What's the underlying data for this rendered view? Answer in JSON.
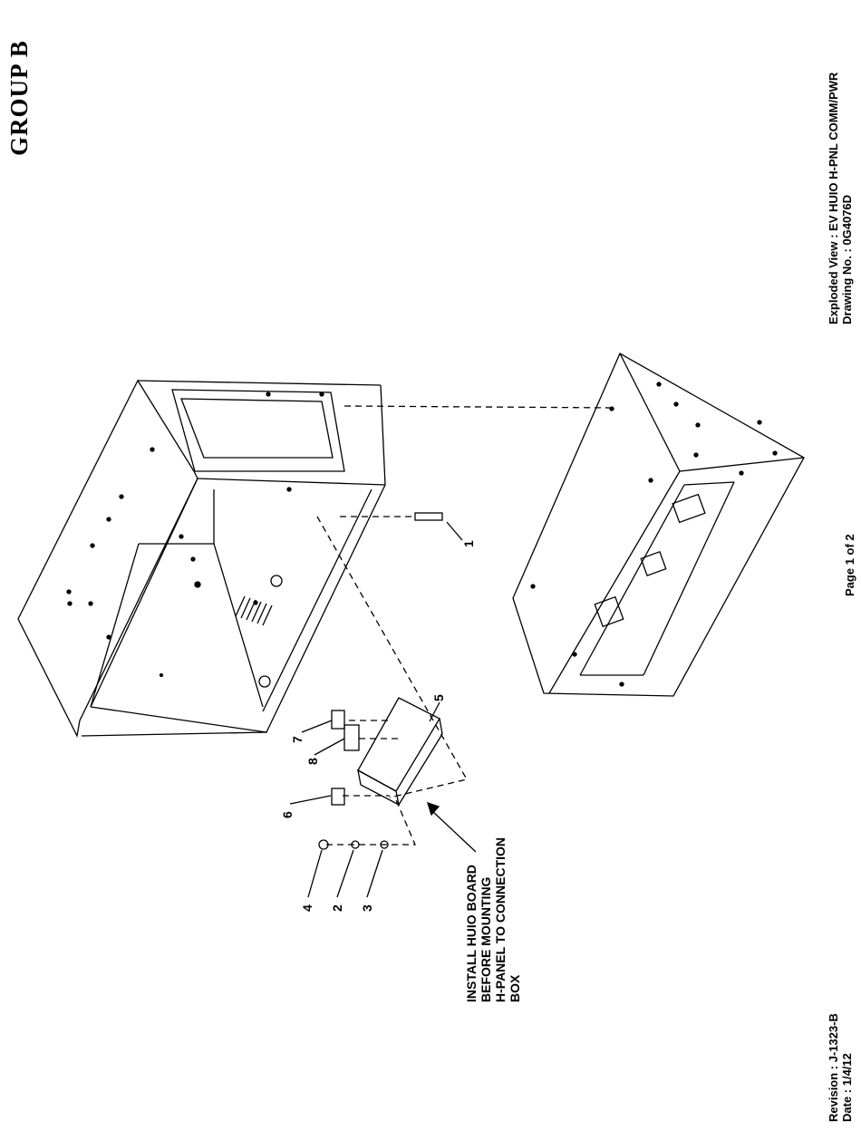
{
  "header": {
    "group": "GROUP B"
  },
  "title_block": {
    "view_line": "Exploded View : EV HUIO H-PNL COMM/PWR",
    "drawing_line": "Drawing No. : 0G4076D",
    "page": "Page 1 of 2",
    "revision": "Revision : J-1323-B",
    "date": "Date : 1/4/12"
  },
  "note": {
    "lines": [
      "INSTALL HUIO BOARD",
      "BEFORE MOUNTING",
      "H-PANEL TO CONNECTION",
      "BOX"
    ]
  },
  "callouts": [
    "1",
    "2",
    "3",
    "4",
    "5",
    "6",
    "7",
    "8"
  ]
}
